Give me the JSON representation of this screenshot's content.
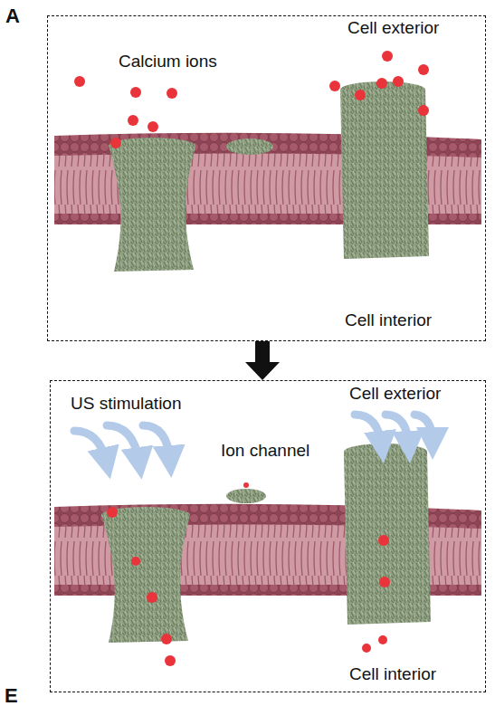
{
  "diagram": {
    "nodes": [
      {
        "text": [
          "A",
          "Cell exterior",
          "Calcium ions",
          "Cell interior"
        ]
      },
      {
        "text": [
          "US stimulation",
          "Cell exterior",
          "Ion channel",
          "Cell interior"
        ]
      }
    ],
    "edges": [
      {
        "from": 0,
        "to": 1,
        "arrow": "to"
      }
    ],
    "labels": [
      "E"
    ]
  }
}
